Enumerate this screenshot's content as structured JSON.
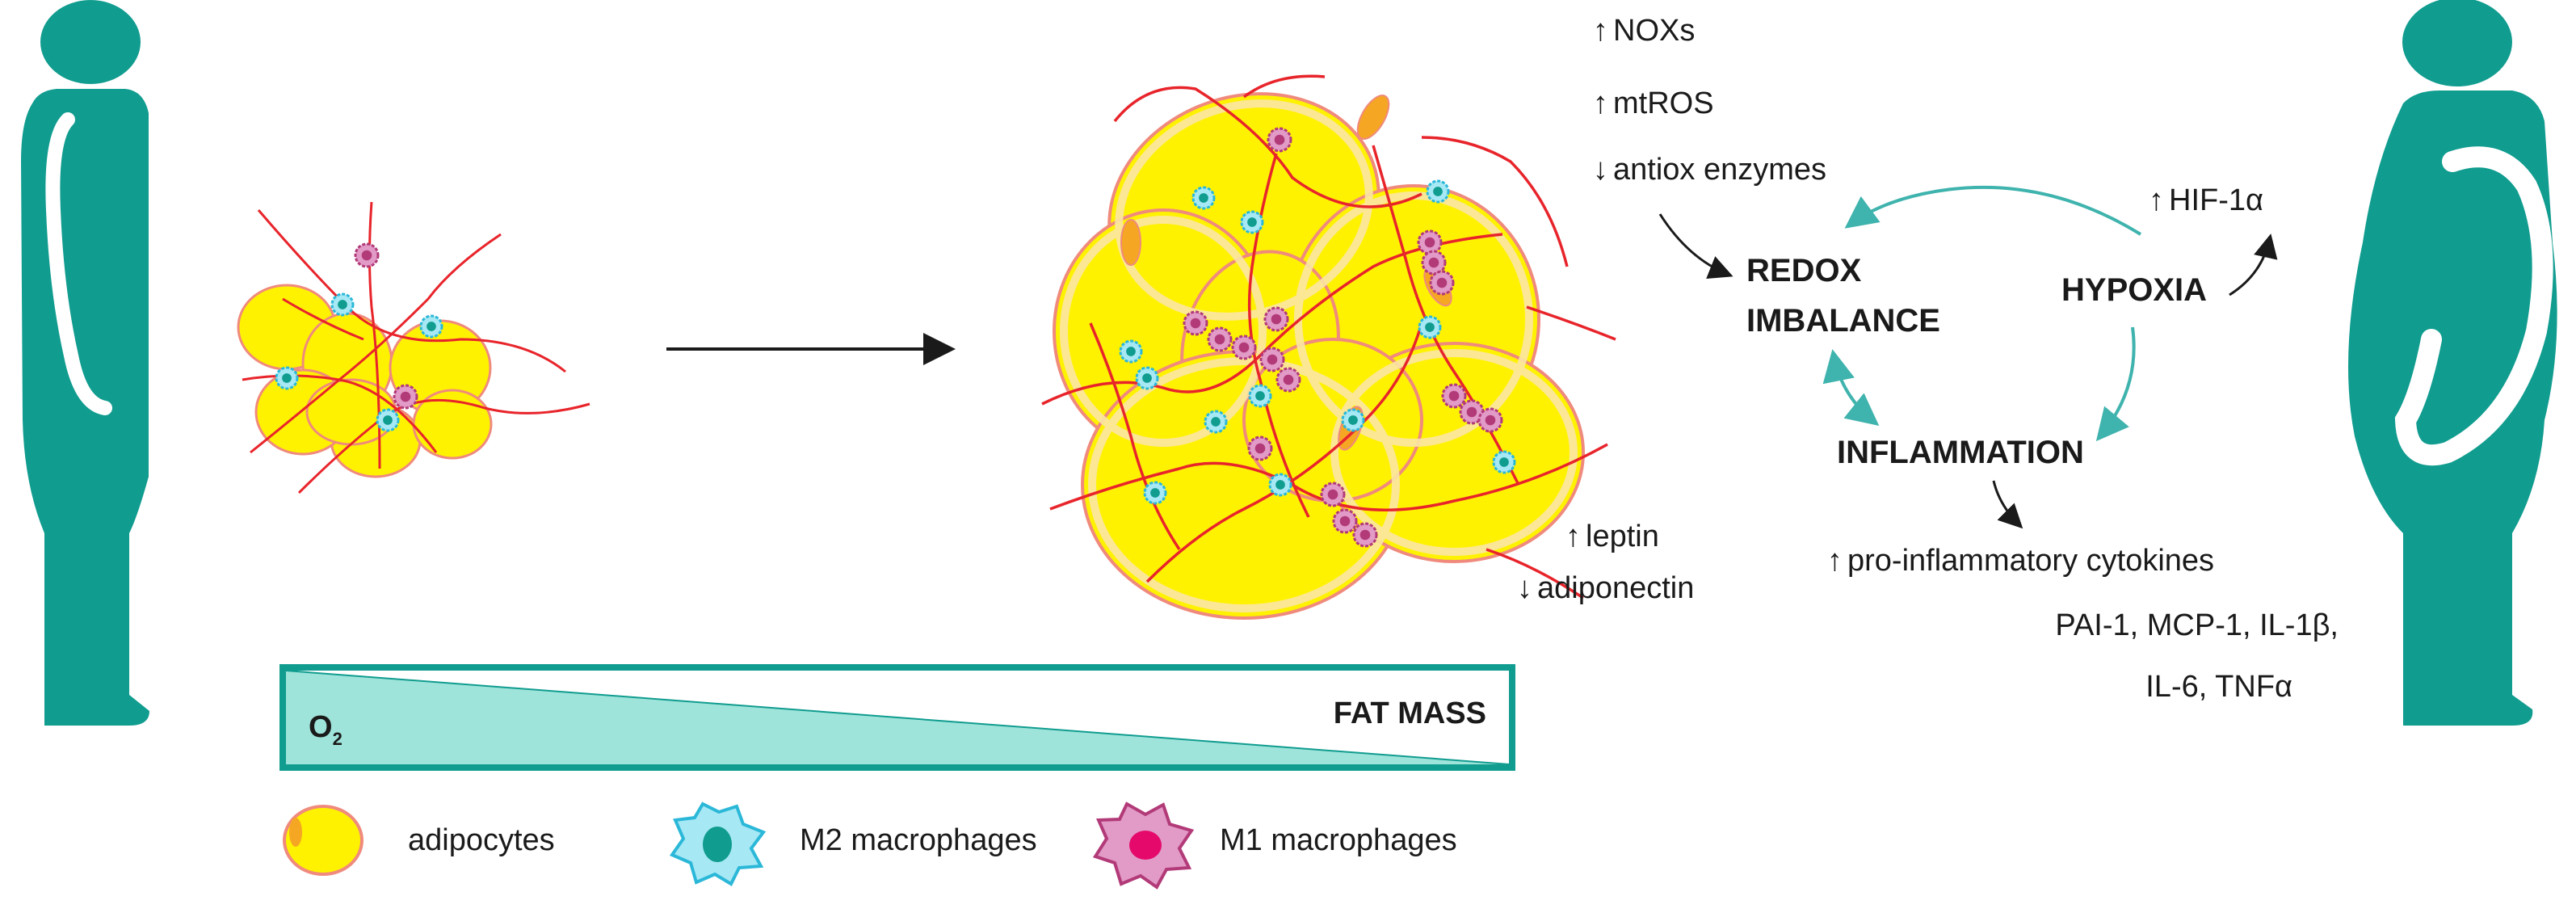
{
  "colors": {
    "teal": "#109c8f",
    "arrow_teal": "#3fb3ad",
    "fat_yellow": "#fff200",
    "fat_edge": "#f08a7d",
    "fat_rim": "#fbe6a5",
    "vessel_red": "#e8242b",
    "m2_blue": "#2bb8d8",
    "m1_pink": "#b23a78",
    "bar_fill": "#9fe4da"
  },
  "icons": {
    "lean_person": "lean-person-silhouette",
    "obese_person": "obese-person-silhouette",
    "adipocyte": "adipocyte-cell",
    "m2": "m2-macrophage",
    "m1": "m1-macrophage"
  },
  "markers": {
    "up": "↑",
    "down": "↓"
  },
  "labels": {
    "noxs": "NOXs",
    "mtros": "mtROS",
    "antiox": "antiox enzymes",
    "redox_line1": "REDOX",
    "redox_line2": "IMBALANCE",
    "hypoxia": "HYPOXIA",
    "hif": "HIF-1α",
    "inflammation": "INFLAMMATION",
    "cytokines": "pro-inflammatory cytokines",
    "cytokine_list_1": "PAI-1, MCP-1, IL-1β,",
    "cytokine_list_2": "IL-6, TNFα",
    "leptin": "leptin",
    "adiponectin": "adiponectin",
    "o2_main": "O",
    "o2_sub": "2",
    "fat_mass": "FAT MASS"
  },
  "legend": {
    "adipocytes": "adipocytes",
    "m2": "M2 macrophages",
    "m1": "M1 macrophages"
  }
}
